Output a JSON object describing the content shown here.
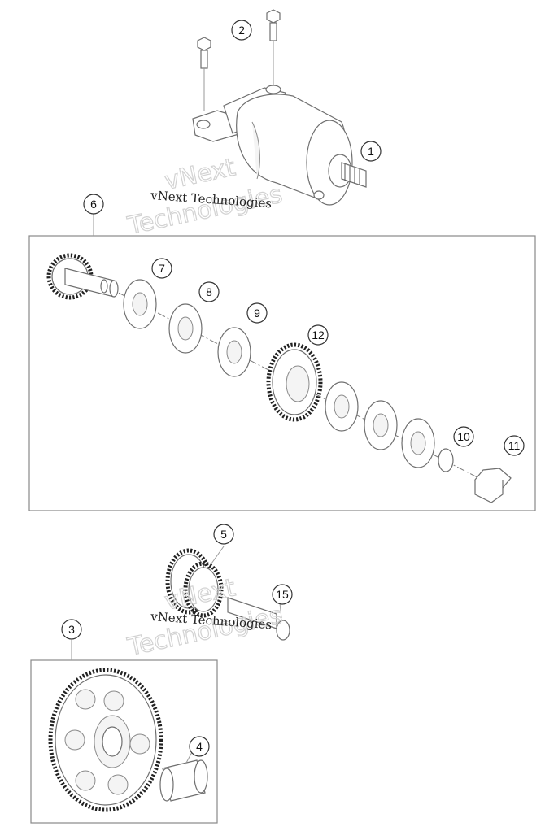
{
  "callouts": {
    "c1": "1",
    "c2": "2",
    "c3": "3",
    "c4": "4",
    "c5": "5",
    "c6": "6",
    "c7": "7",
    "c8": "8",
    "c9": "9",
    "c10": "10",
    "c11": "11",
    "c12": "12",
    "c15": "15"
  },
  "watermark": {
    "line1": "vNext",
    "line2": "Technologies",
    "caption": "vNext Technologies"
  }
}
